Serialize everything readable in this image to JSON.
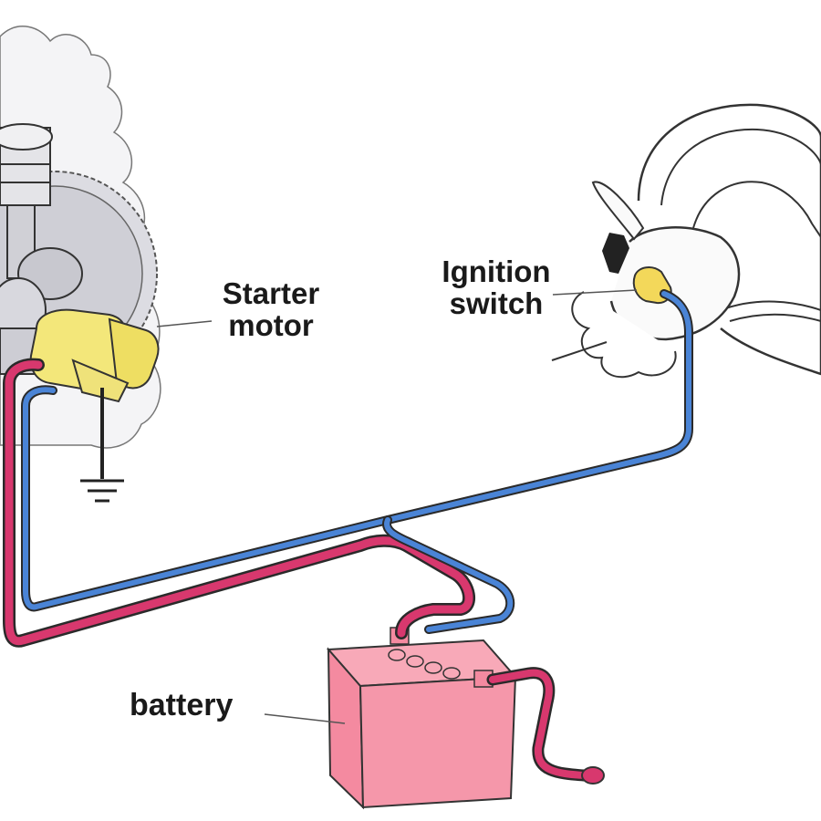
{
  "labels": {
    "starter_motor": [
      "Starter",
      "motor"
    ],
    "ignition_switch": [
      "Ignition",
      "switch"
    ],
    "battery": "battery"
  },
  "colors": {
    "positive_wire": "#d8386e",
    "control_wire": "#4a84d6",
    "starter_motor": "#f3e77a",
    "ignition_switch": "#f3d85a",
    "battery": "#f48aa0",
    "engine_shade": "#e6e6ea",
    "outline": "#2a2a2a"
  },
  "icons": {
    "ground": "ground-symbol-icon",
    "steering_wheel": "steering-wheel-icon",
    "engine": "engine-icon"
  }
}
